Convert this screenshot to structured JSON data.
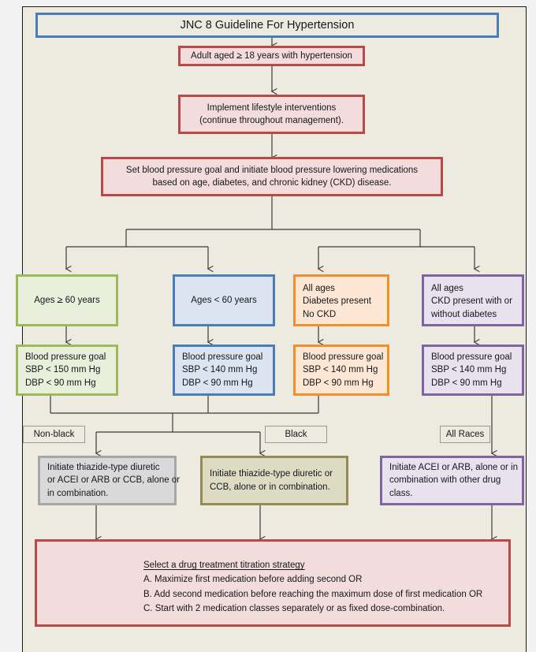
{
  "diagram": {
    "title": "JNC 8 Guideline For Hypertension",
    "type": "clinical-flowchart"
  },
  "nodes": {
    "title": {
      "label": "JNC 8 Guideline For Hypertension"
    },
    "population": {
      "line1_a": "Adult aged ",
      "line1_ge": ">",
      "line1_b": " 18 years with hypertension"
    },
    "lifestyle": {
      "line1": "Implement lifestyle interventions",
      "line2": "(continue throughout management)."
    },
    "goal_init": {
      "line1": "Set blood pressure goal and initiate blood pressure lowering medications",
      "line2": "based on age, diabetes, and chronic kidney (CKD) disease."
    },
    "branch_age_over60": {
      "line1_a": "Ages ",
      "line1_ge": ">",
      "line1_b": " 60 years"
    },
    "branch_age_under60": {
      "line1": "Ages < 60 years"
    },
    "branch_diabetes": {
      "line1": "All ages",
      "line2": "Diabetes present",
      "line3": "No CKD"
    },
    "branch_ckd": {
      "line1": "All ages",
      "line2": "CKD present with or",
      "line3": "without diabetes"
    },
    "goal_over60": {
      "line1": "Blood pressure goal",
      "line2": "SBP < 150 mm Hg",
      "line3": "DBP < 90 mm Hg"
    },
    "goal_under60": {
      "line1": "Blood pressure goal",
      "line2": "SBP < 140 mm Hg",
      "line3": "DBP < 90 mm Hg"
    },
    "goal_diabetes": {
      "line1": "Blood pressure goal",
      "line2": "SBP < 140 mm Hg",
      "line3": "DBP < 90 mm Hg"
    },
    "goal_ckd": {
      "line1": "Blood pressure goal",
      "line2": "SBP < 140 mm Hg",
      "line3": "DBP < 90 mm Hg"
    },
    "tag_nonblack": {
      "label": "Non-black"
    },
    "tag_black": {
      "label": "Black"
    },
    "tag_allraces": {
      "label": "All Races"
    },
    "treat_nonblack": {
      "line1": "Initiate thiazide-type diuretic",
      "line2": "or ACEI or ARB or CCB, alone or",
      "line3": "in combination."
    },
    "treat_black": {
      "line1": "Initiate thiazide-type diuretic or",
      "line2": "CCB, alone or in combination."
    },
    "treat_ckd": {
      "line1": "Initiate ACEI or ARB, alone or in",
      "line2": "combination with other drug",
      "line3": "class."
    },
    "titration": {
      "heading": "Select a drug treatment titration strategy",
      "option_a": "A. Maximize first medication before adding second OR",
      "option_b": "B. Add second medication before reaching the maximum dose of first medication OR",
      "option_c": "C. Start with 2 medication classes separately or as fixed dose-combination."
    }
  },
  "colors": {
    "page_background": "#f2f2f2",
    "frame_background": "#edebe0",
    "frame_border": "#1a1a1a",
    "blue_border": "#4a7ebb",
    "blue_fill": "#dce4f1",
    "red_border": "#b94a48",
    "red_fill": "#f2dcdc",
    "green_border": "#9bbb59",
    "green_fill": "#eaefdb",
    "orange_border": "#f0902d",
    "orange_fill": "#fde7d4",
    "purple_border": "#8064a2",
    "purple_fill": "#e8e2ef",
    "gray_border": "#a6a6a6",
    "gray_fill": "#d9d9d9",
    "olive_border": "#948a54",
    "olive_fill": "#dedbc3",
    "connector_line": "#3a3a3a",
    "tag_border": "#9a9a94",
    "text": "#15171c"
  }
}
